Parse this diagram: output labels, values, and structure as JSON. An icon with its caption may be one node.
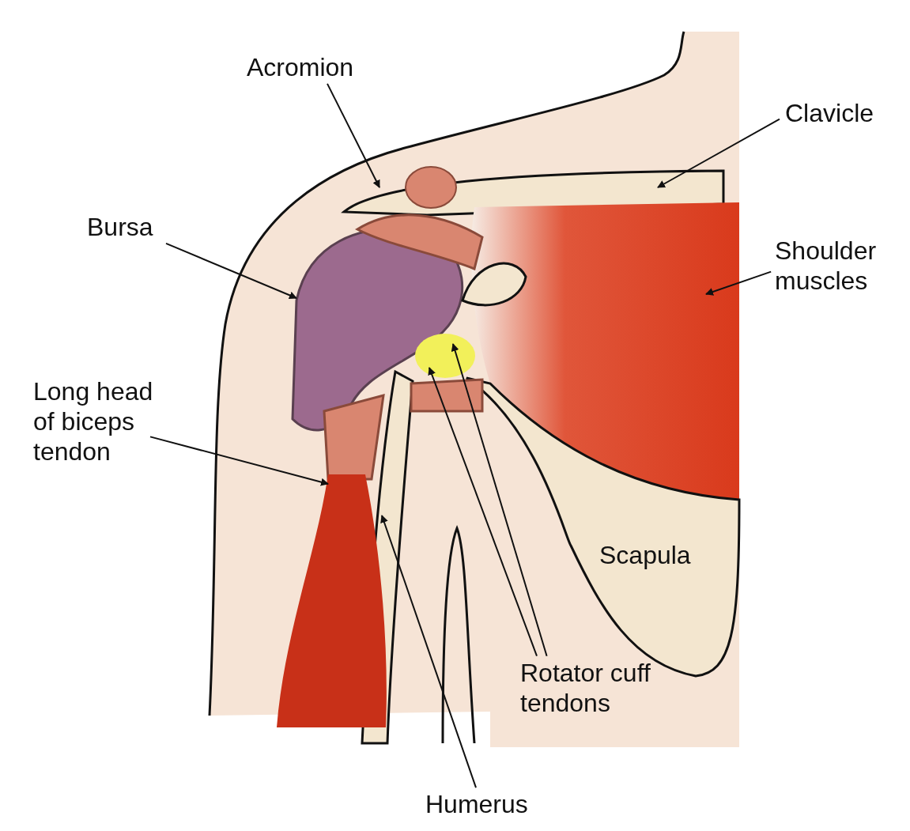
{
  "diagram": {
    "nodes": [
      {
        "text": [
          "Acromion"
        ]
      },
      {
        "text": [
          "Clavicle"
        ]
      },
      {
        "text": [
          "Bursa"
        ]
      },
      {
        "text": [
          "Shoulder muscles"
        ]
      },
      {
        "text": [
          "Long head of biceps tendon"
        ]
      },
      {
        "text": [
          "Rotator cuff tendons"
        ]
      },
      {
        "text": [
          "Humerus"
        ]
      }
    ],
    "edges": [
      {
        "from": 0,
        "to": null,
        "arrow": "to"
      },
      {
        "from": 1,
        "to": null,
        "arrow": "to"
      },
      {
        "from": 2,
        "to": null,
        "arrow": "to"
      },
      {
        "from": 3,
        "to": null,
        "arrow": "to"
      },
      {
        "from": 4,
        "to": null,
        "arrow": "to"
      },
      {
        "from": 5,
        "to": null,
        "arrow": "to"
      },
      {
        "from": 5,
        "to": null,
        "arrow": "to"
      },
      {
        "from": 6,
        "to": null,
        "arrow": "to"
      }
    ],
    "labels": [
      "Scapula"
    ]
  }
}
